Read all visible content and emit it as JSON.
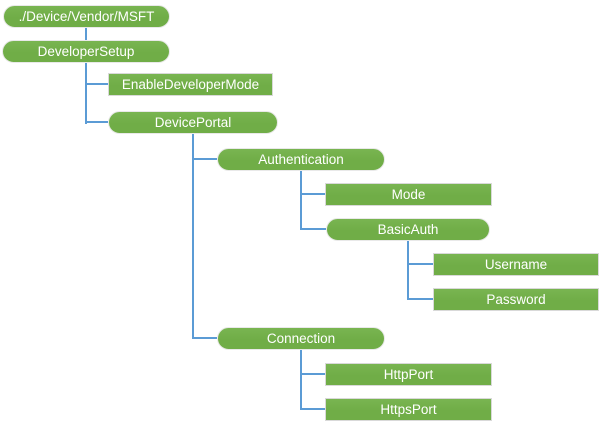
{
  "diagram": {
    "type": "tree",
    "tree": {
      "label": "./Device/Vendor/MSFT",
      "children": [
        {
          "label": "DeveloperSetup",
          "children": [
            {
              "label": "EnableDeveloperMode",
              "children": []
            },
            {
              "label": "DevicePortal",
              "children": [
                {
                  "label": "Authentication",
                  "children": [
                    {
                      "label": "Mode",
                      "children": []
                    },
                    {
                      "label": "BasicAuth",
                      "children": [
                        {
                          "label": "Username",
                          "children": []
                        },
                        {
                          "label": "Password",
                          "children": []
                        }
                      ]
                    }
                  ]
                },
                {
                  "label": "Connection",
                  "children": [
                    {
                      "label": "HttpPort",
                      "children": []
                    },
                    {
                      "label": "HttpsPort",
                      "children": []
                    }
                  ]
                }
              ]
            }
          ]
        }
      ]
    }
  },
  "colors": {
    "node_fill": "#70AD47",
    "node_text": "#FFFFFF",
    "connector": "#5B9BD5",
    "rect_border": "#D9D9D9",
    "background": "#FFFFFF"
  }
}
